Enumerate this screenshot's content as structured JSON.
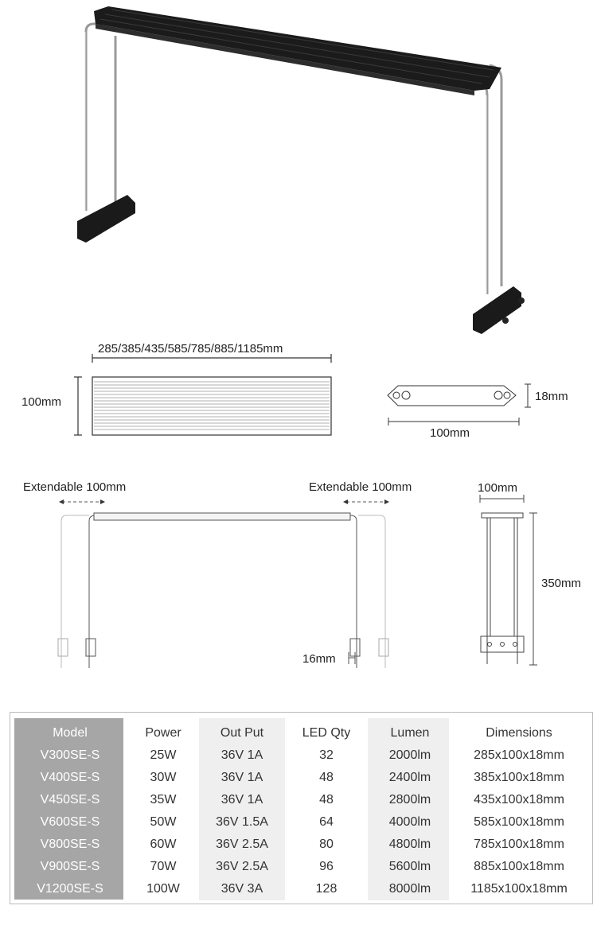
{
  "dimensions": {
    "length_label": "285/385/435/585/785/885/1185mm",
    "width_label": "100mm",
    "height_label": "18mm",
    "bracket_width_label": "100mm",
    "extend_left_label": "Extendable 100mm",
    "extend_right_label": "Extendable 100mm",
    "side_width_label": "100mm",
    "side_height_label": "350mm",
    "clamp_label": "16mm"
  },
  "table": {
    "headers": [
      "Model",
      "Power",
      "Out Put",
      "LED Qty",
      "Lumen",
      "Dimensions"
    ],
    "rows": [
      [
        "V300SE-S",
        "25W",
        "36V 1A",
        "32",
        "2000lm",
        "285x100x18mm"
      ],
      [
        "V400SE-S",
        "30W",
        "36V 1A",
        "48",
        "2400lm",
        "385x100x18mm"
      ],
      [
        "V450SE-S",
        "35W",
        "36V 1A",
        "48",
        "2800lm",
        "435x100x18mm"
      ],
      [
        "V600SE-S",
        "50W",
        "36V 1.5A",
        "64",
        "4000lm",
        "585x100x18mm"
      ],
      [
        "V800SE-S",
        "60W",
        "36V 2.5A",
        "80",
        "4800lm",
        "785x100x18mm"
      ],
      [
        "V900SE-S",
        "70W",
        "36V 2.5A",
        "96",
        "5600lm",
        "885x100x18mm"
      ],
      [
        "V1200SE-S",
        "100W",
        "36V 3A",
        "128",
        "8000lm",
        "1185x100x18mm"
      ]
    ]
  },
  "colors": {
    "model_column": "#a6a6a6",
    "alt_column": "#efefef",
    "light_body": "#1a1a1a"
  }
}
